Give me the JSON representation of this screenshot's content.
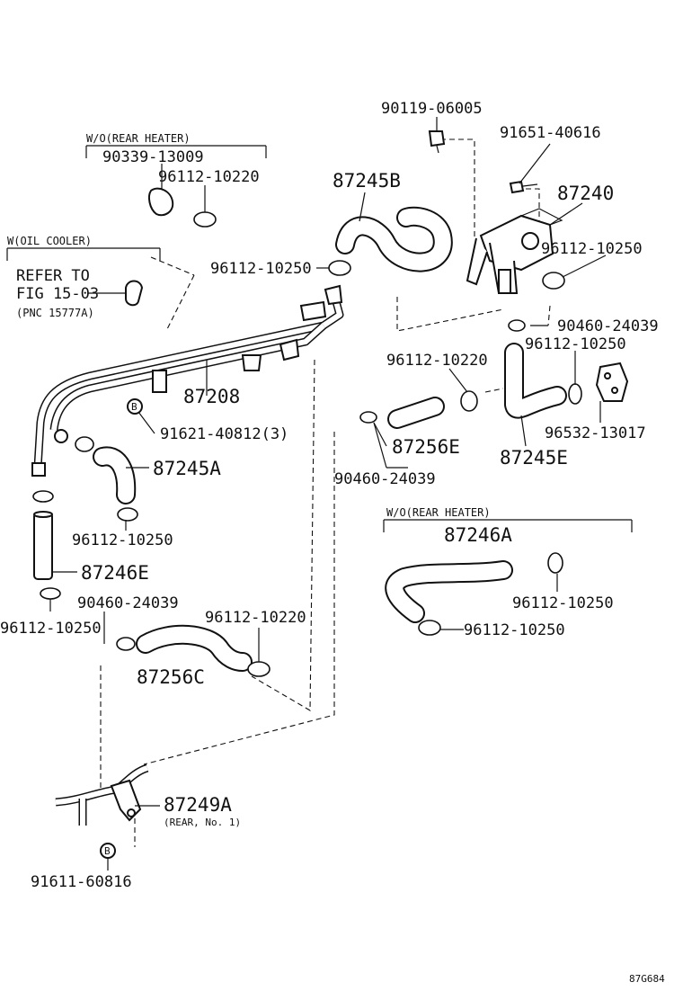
{
  "footer_code": "87G684",
  "sections": {
    "wo_rear_heater_top": "W/O(REAR HEATER)",
    "w_oil_cooler": "W(OIL COOLER)",
    "wo_rear_heater_right": "W/O(REAR HEATER)"
  },
  "refer": {
    "line1": "REFER TO",
    "line2": "FIG 15-03",
    "line3": "(PNC 15777A)"
  },
  "parts": {
    "p90119_06005": "90119-06005",
    "p91651_40616": "91651-40616",
    "p87240": "87240",
    "p87245B": "87245B",
    "p90339_13009": "90339-13009",
    "p96112_10220_top": "96112-10220",
    "p96112_10250_mid": "96112-10250",
    "p96112_10250_valve": "96112-10250",
    "p90460_24039_right": "90460-24039",
    "p96112_10250_right": "96112-10250",
    "p96112_10220_right": "96112-10220",
    "p87208": "87208",
    "p91621_40812": "91621-40812(3)",
    "p87245A": "87245A",
    "p87256E": "87256E",
    "p87245E": "87245E",
    "p96532_13017": "96532-13017",
    "p90460_24039_mid": "90460-24039",
    "p96112_10250_left": "96112-10250",
    "p87246E": "87246E",
    "p96112_10250_bottomleft": "96112-10250",
    "p90460_24039_left": "90460-24039",
    "p96112_10220_bottom": "96112-10220",
    "p87256C": "87256C",
    "p87246A": "87246A",
    "p96112_10250_r1": "96112-10250",
    "p96112_10250_r2": "96112-10250",
    "p87249A": "87249A",
    "rear_no1": "(REAR, No. 1)",
    "p91611_60816": "91611-60816"
  },
  "bolt_glyph": "B"
}
